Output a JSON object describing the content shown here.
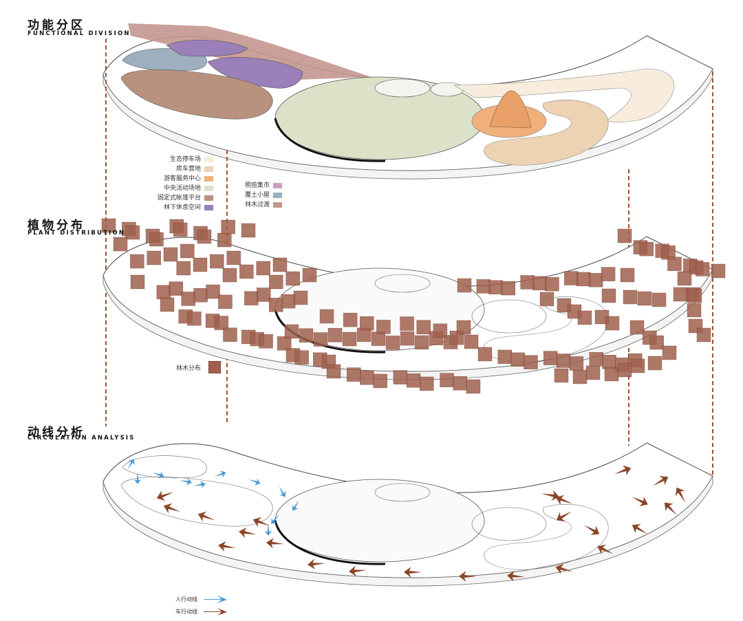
{
  "sections": [
    {
      "id": "functional",
      "title_cn": "功能分区",
      "title_en": "FUNCTIONAL DIVISION"
    },
    {
      "id": "plant",
      "title_cn": "植物分布",
      "title_en": "PLANT DISTRIBUTION"
    },
    {
      "id": "circulation",
      "title_cn": "动线分析",
      "title_en": "CIRCULATION ANALYSIS"
    }
  ],
  "functional_legend": {
    "left": [
      {
        "label": "生态停车场",
        "color": "#f8ecdc"
      },
      {
        "label": "房车营地",
        "color": "#eed2b4"
      },
      {
        "label": "游客服务中心",
        "color": "#f0b07c"
      },
      {
        "label": "中央活动场地",
        "color": "#dbe2c8"
      },
      {
        "label": "固定式帐篷平台",
        "color": "#b8927e"
      },
      {
        "label": "林下休息空间",
        "color": "#9a7fb8"
      }
    ],
    "right": [
      {
        "label": "照揽集市",
        "color": "#c9a2c2"
      },
      {
        "label": "覆土小屋",
        "color": "#9eb0bf"
      },
      {
        "label": "林木过渡",
        "color": "#c4978f"
      }
    ]
  },
  "plant_legend": {
    "label": "林木分布",
    "color": "#a0604e"
  },
  "circulation_legend": [
    {
      "label": "人行动线",
      "color": "#4a9ad4"
    },
    {
      "label": "车行动线",
      "color": "#8a4628"
    }
  ],
  "colors": {
    "guide_line": "#a0522d",
    "outline": "#555555",
    "tree_fill": "#a0604e",
    "pedestrian": "#4a9ad4",
    "vehicle": "#8a4628"
  }
}
